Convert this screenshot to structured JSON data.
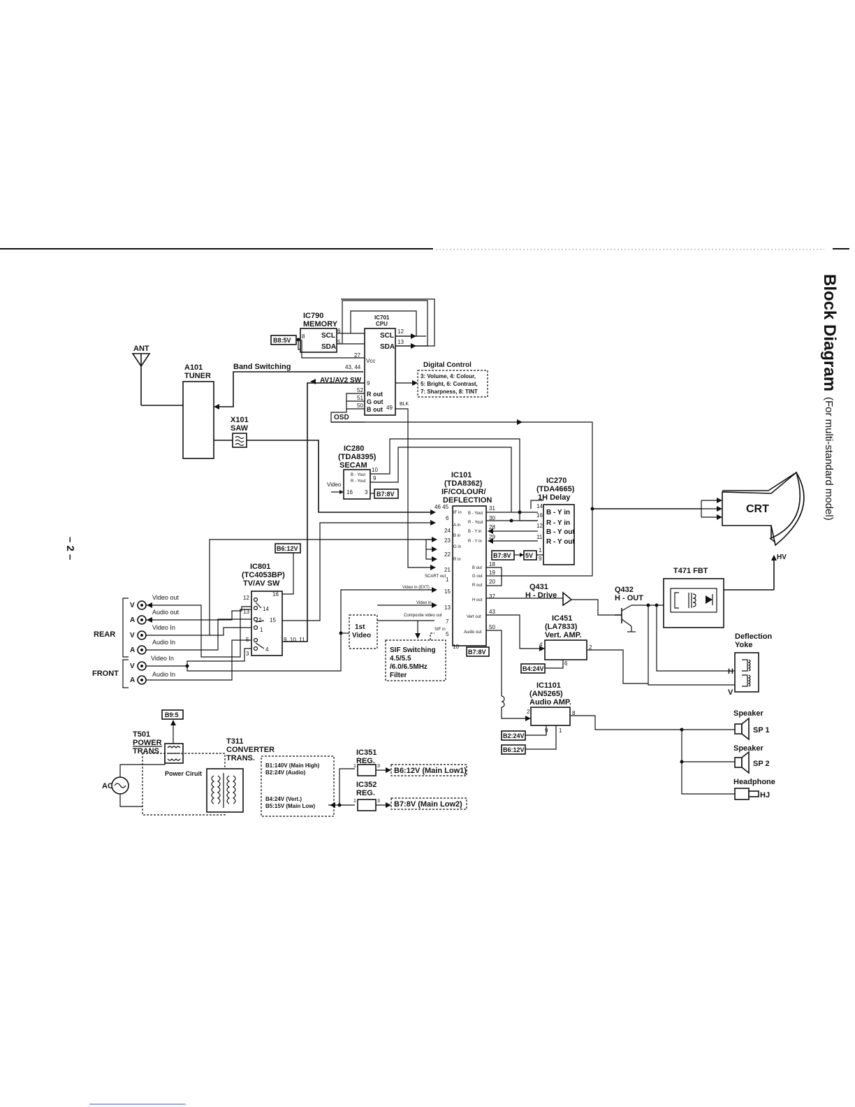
{
  "page": {
    "title": "Block Diagram",
    "subtitle": "(For multi-standard model)",
    "page_number": "– 2 –"
  },
  "blocks": {
    "ant": "ANT",
    "tuner": [
      "A101",
      "TUNER"
    ],
    "band_switching": "Band Switching",
    "saw": [
      "X101",
      "SAW"
    ],
    "ic790": [
      "IC790",
      "MEMORY"
    ],
    "ic790_pins": {
      "scl": "SCL",
      "sda": "SDA",
      "p6": "6",
      "p5": "5",
      "p8": "8"
    },
    "b8_5v": "B8:5V",
    "ic701": [
      "IC701",
      "CPU"
    ],
    "ic701_pins": {
      "scl": "SCL",
      "sda": "SDA",
      "vcc": "Vcc",
      "p12": "12",
      "p13": "13",
      "p27": "27",
      "p4344": "43, 44",
      "p9": "9",
      "av_sw": "AV1/AV2 SW",
      "r_out": "R out",
      "g_out": "G out",
      "b_out": "B out",
      "p52": "52",
      "p51": "51",
      "p50": "50",
      "p49": "49",
      "blk": "BLK",
      "osd": "OSD"
    },
    "digital_control": [
      "Digital Control",
      "3: Volume, 4: Colour,",
      "5: Bright, 6: Contrast,",
      "7: Sharpness, 8: TINT"
    ],
    "ic280": [
      "IC280",
      "(TDA8395)",
      "SECAM"
    ],
    "ic280_pins": {
      "byout": "B - Yout",
      "ryout": "R - Yout",
      "p10": "10",
      "p9": "9",
      "p16": "16",
      "p3": "3",
      "video": "Video"
    },
    "b7_8v": "B7:8V",
    "ic101": [
      "IC101",
      "(TDA8362)",
      "IF/COLOUR/",
      "DEFLECTION"
    ],
    "ic101_left": [
      {
        "pin": "46 45",
        "label": "IF in"
      },
      {
        "pin": "6",
        "label": "A in"
      },
      {
        "pin": "24",
        "label": ""
      },
      {
        "pin": "23",
        "label": "B in"
      },
      {
        "pin": "22",
        "label": "G in"
      },
      {
        "pin": "21",
        "label": "R in"
      },
      {
        "pin": "1",
        "label": "SCART out"
      },
      {
        "pin": "15",
        "label": "Video in (EXT)"
      },
      {
        "pin": "13",
        "label": "Video in"
      },
      {
        "pin": "7",
        "label": "Composite video out"
      },
      {
        "pin": "5",
        "label": "SIF in"
      },
      {
        "pin": "10",
        "label": ""
      }
    ],
    "ic101_right": [
      {
        "pin": "31",
        "label": "B - Yout"
      },
      {
        "pin": "30",
        "label": "R - Yout"
      },
      {
        "pin": "28",
        "label": "B - Y in"
      },
      {
        "pin": "29",
        "label": "R - Y in"
      },
      {
        "pin": "18",
        "label": "B out"
      },
      {
        "pin": "19",
        "label": "G out"
      },
      {
        "pin": "20",
        "label": "R out"
      },
      {
        "pin": "37",
        "label": "H out"
      },
      {
        "pin": "43",
        "label": "Vert out"
      },
      {
        "pin": "50",
        "label": "Audio out"
      }
    ],
    "ic270": [
      "IC270",
      "(TDA4665)",
      "1H Delay"
    ],
    "ic270_pins": [
      {
        "pin": "14",
        "label": ""
      },
      {
        "pin": "16",
        "label": "B - Y in"
      },
      {
        "pin": "12",
        "label": "R - Y in"
      },
      {
        "pin": "11",
        "label": "B - Y out"
      },
      {
        "pin": "",
        "label": "R - Y out"
      },
      {
        "pin": "1",
        "label": ""
      },
      {
        "pin": "9",
        "label": ""
      }
    ],
    "b7_8v_2": "B7:8V",
    "v5": "5V",
    "crt": "CRT",
    "hv": "HV",
    "t471": "T471 FBT",
    "q431": [
      "Q431",
      "H - Drive"
    ],
    "q432": [
      "Q432",
      "H - OUT"
    ],
    "ic451": [
      "IC451",
      "(LA7833)",
      "Vert. AMP."
    ],
    "ic451_pins": {
      "p4": "4",
      "p2": "2",
      "p6": "6"
    },
    "b4_24v": "B4:24V",
    "deflection_yoke": [
      "Deflection",
      "Yoke"
    ],
    "yoke_h": "H",
    "yoke_v": "V",
    "ic1101": [
      "IC1101",
      "(AN5265)",
      "Audio AMP."
    ],
    "ic1101_pins": {
      "p2": "2",
      "p8": "8",
      "p9": "9",
      "p1": "1"
    },
    "b2_24v": "B2:24V",
    "b6_12v_a": "B6:12V",
    "speaker1": [
      "Speaker",
      "SP 1"
    ],
    "speaker2": [
      "Speaker",
      "SP 2"
    ],
    "headphone": [
      "Headphone",
      "HJ"
    ],
    "ic801": [
      "IC801",
      "(TC4053BP)",
      "TV/AV SW"
    ],
    "ic801_pins": {
      "p12": "12",
      "p13": "13",
      "p14": "14",
      "p16": "16",
      "p2": "2",
      "p15": "15",
      "p1": "1",
      "p5": "5",
      "p4": "4",
      "p3": "3",
      "p91011": "9, 10, 11"
    },
    "b6_12v": "B6:12V",
    "rear": "REAR",
    "front": "FRONT",
    "jacks": [
      {
        "letter": "V",
        "label": "Video out"
      },
      {
        "letter": "A",
        "label": "Audio out"
      },
      {
        "letter": "V",
        "label": "Video In"
      },
      {
        "letter": "A",
        "label": "Audio In"
      },
      {
        "letter": "V",
        "label": "Video In"
      },
      {
        "letter": "A",
        "label": "Audio In"
      }
    ],
    "first_video": [
      "1st",
      "Video"
    ],
    "sif": [
      "SIF Switching",
      "4.5/5.5",
      "/6.0/6.5MHz",
      "Filter"
    ],
    "b9_5": "B9:5",
    "t501": [
      "T501",
      "POWER",
      "TRANS"
    ],
    "t311": [
      "T311",
      "CONVERTER",
      "TRANS."
    ],
    "power_circuit": "Power Ciruit",
    "ac": "AC",
    "outputs": [
      "B1:140V (Main High)",
      "B2:24V (Audio)",
      "B4:24V (Vert.)",
      "B5:15V (Main Low)"
    ],
    "ic351": [
      "IC351",
      "REG."
    ],
    "ic352": [
      "IC352",
      "REG."
    ],
    "reg_pins": {
      "p1": "1",
      "p3": "3"
    },
    "b6_main": "B6:12V (Main Low1)",
    "b7_main": "B7:8V (Main Low2)"
  }
}
